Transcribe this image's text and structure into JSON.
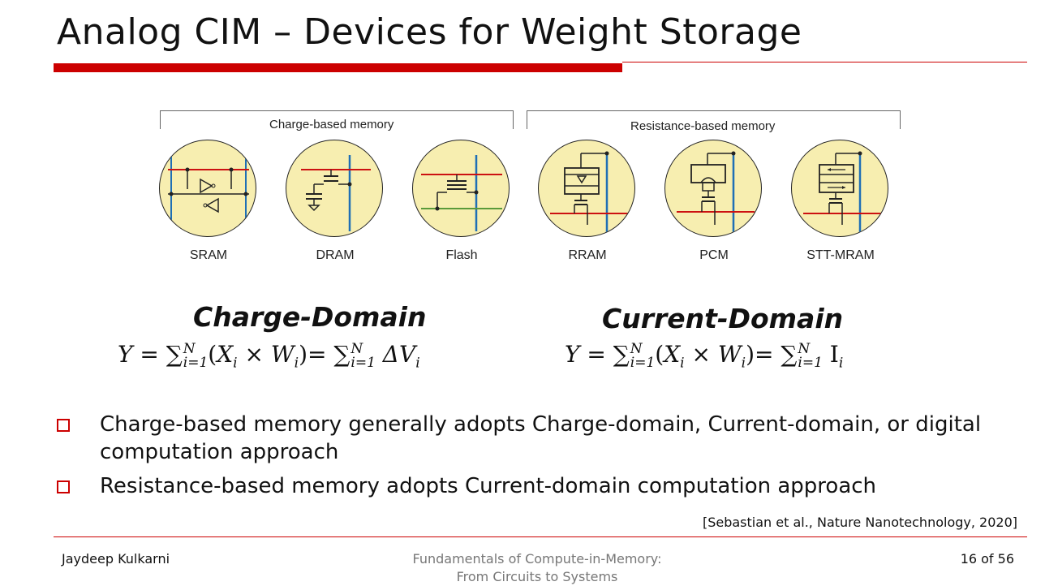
{
  "slide": {
    "title": "Analog CIM – Devices for Weight Storage"
  },
  "figure": {
    "groups": [
      {
        "label": "Charge-based memory"
      },
      {
        "label": "Resistance-based memory"
      }
    ],
    "devices": [
      {
        "label": "SRAM"
      },
      {
        "label": "DRAM"
      },
      {
        "label": "Flash"
      },
      {
        "label": "RRAM"
      },
      {
        "label": "PCM"
      },
      {
        "label": "STT-MRAM"
      }
    ]
  },
  "domains": {
    "charge": {
      "title": "Charge-Domain",
      "formula": {
        "y": "Y",
        "eq": "=",
        "sigma": "∑",
        "sub": "i=1",
        "sup": "N",
        "x": "X",
        "i": "i",
        "times": "×",
        "w": "W",
        "delta": "ΔV"
      }
    },
    "current": {
      "title": "Current-Domain",
      "formula": {
        "y": "Y",
        "eq": "=",
        "sigma": "∑",
        "sub": "i=1",
        "sup": "N",
        "x": "X",
        "i": "i",
        "times": "×",
        "w": "W",
        "current": "I"
      }
    }
  },
  "bullets": [
    {
      "text": "Charge-based memory generally adopts Charge-domain, Current-domain, or digital computation approach"
    },
    {
      "text": "Resistance-based memory adopts Current-domain computation approach"
    }
  ],
  "citation": "[Sebastian et al., Nature Nanotechnology, 2020]",
  "footer": {
    "author": "Jaydeep Kulkarni",
    "course_line1": "Fundamentals of Compute-in-Memory:",
    "course_line2": "From Circuits to Systems",
    "page": "16 of 56"
  },
  "colors": {
    "accent": "#cc0000",
    "device_fill": "#f7eeb0",
    "bitline_blue": "#1f6fb5",
    "wordline_red": "#cc1111",
    "flash_green": "#5a9a3a"
  }
}
